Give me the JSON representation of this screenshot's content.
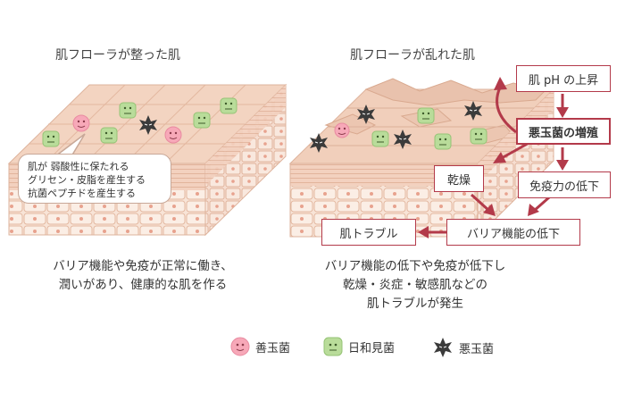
{
  "left_panel": {
    "title": "肌フローラが整った肌",
    "callout": [
      "肌が 弱酸性に保たれる",
      "グリセン・皮脂を産生する",
      "抗菌ペプチドを産生する"
    ],
    "description": [
      "バリア機能や免疫が正常に働き、",
      "潤いがあり、健康的な肌を作る"
    ]
  },
  "right_panel": {
    "title": "肌フローラが乱れた肌",
    "flow": {
      "ph_rise": "肌 pH の上昇",
      "bad_bacteria_growth": "悪玉菌の増殖",
      "dryness": "乾燥",
      "immunity_decline": "免疫力の低下",
      "barrier_decline": "バリア機能の低下",
      "skin_trouble": "肌トラブル"
    },
    "description": [
      "バリア機能の低下や免疫が低下し",
      "乾燥・炎症・敏感肌などの",
      "肌トラブルが発生"
    ]
  },
  "legend": [
    {
      "label": "善玉菌",
      "icon": "good-bacteria-icon",
      "color": "#f7a8b8"
    },
    {
      "label": "日和見菌",
      "icon": "opportunistic-bacteria-icon",
      "color": "#b9dc9a"
    },
    {
      "label": "悪玉菌",
      "icon": "bad-bacteria-icon",
      "color": "#3b3b3b"
    }
  ],
  "colors": {
    "accent": "#b33a4a",
    "skin_top": "#f3d6c4",
    "skin_side": "#f7e3d6",
    "cell_border": "#e3b8a0"
  }
}
